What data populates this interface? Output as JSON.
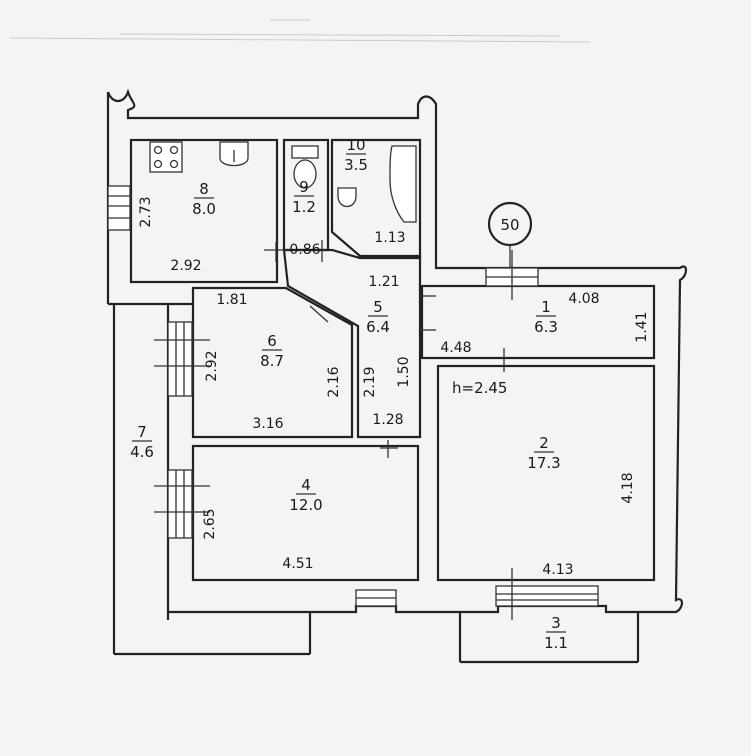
{
  "marker": "50",
  "height_label": "h=2.45",
  "rooms": [
    {
      "id": "8",
      "num": "8",
      "area": "8.0"
    },
    {
      "id": "9",
      "num": "9",
      "area": "1.2"
    },
    {
      "id": "10",
      "num": "10",
      "area": "3.5"
    },
    {
      "id": "5",
      "num": "5",
      "area": "6.4"
    },
    {
      "id": "1",
      "num": "1",
      "area": "6.3"
    },
    {
      "id": "6",
      "num": "6",
      "area": "8.7"
    },
    {
      "id": "7",
      "num": "7",
      "area": "4.6"
    },
    {
      "id": "4",
      "num": "4",
      "area": "12.0"
    },
    {
      "id": "2",
      "num": "2",
      "area": "17.3"
    },
    {
      "id": "3",
      "num": "3",
      "area": "1.1"
    }
  ],
  "dimensions": [
    "2.73",
    "2.92",
    "0.86",
    "1.13",
    "1.21",
    "4.08",
    "1.41",
    "1.81",
    "2.92",
    "2.16",
    "2.19",
    "1.50",
    "4.48",
    "3.16",
    "1.28",
    "2.65",
    "4.51",
    "4.18",
    "4.13"
  ]
}
